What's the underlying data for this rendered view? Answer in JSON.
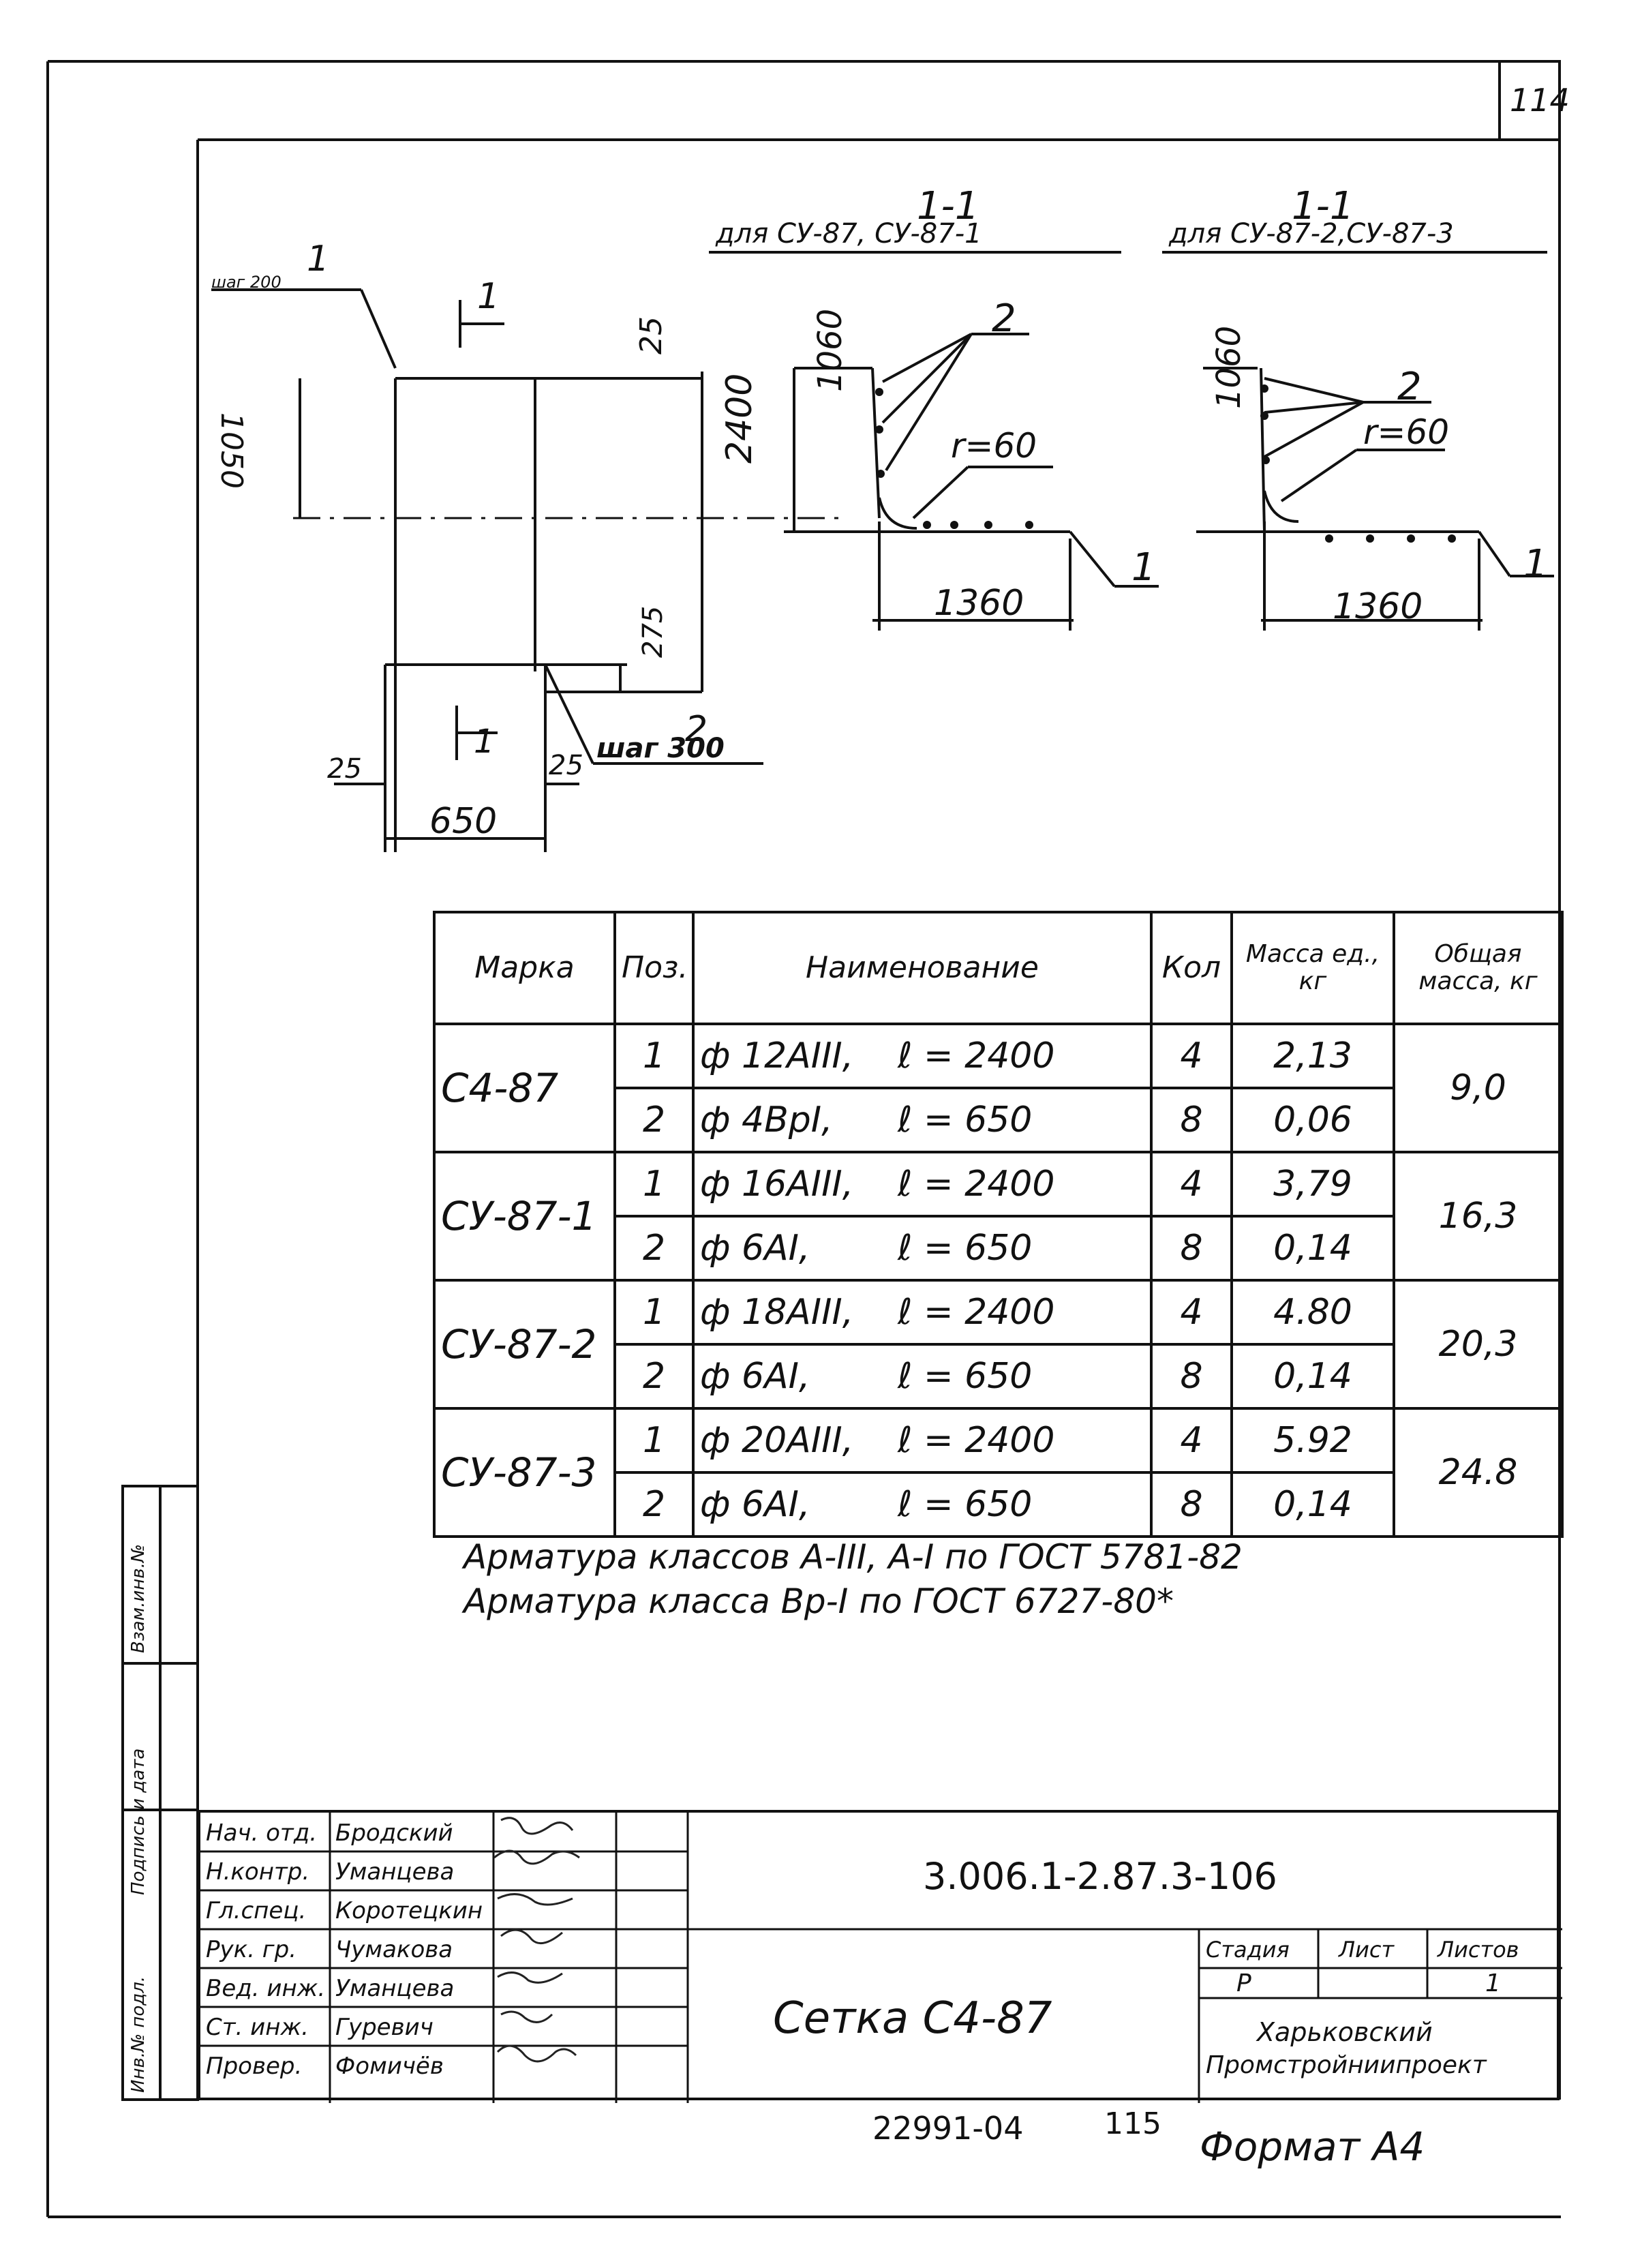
{
  "sheet_number": "114",
  "sections": {
    "left": {
      "title": "1-1",
      "subtitle": "для СУ-87, СУ-87-1"
    },
    "right": {
      "title": "1-1",
      "subtitle": "для СУ-87-2,СУ-87-3"
    }
  },
  "plan": {
    "top_leader_label": "1",
    "top_leader_note": "шаг 200",
    "section_mark_top": "1",
    "section_mark_bottom": "1",
    "dim_1050": "1050",
    "dim_2400": "2400",
    "dim_25_top": "25",
    "dim_275": "275",
    "dim_25_left": "25",
    "dim_25_right": "25",
    "dim_650": "650",
    "bottom_leader_label": "2",
    "bottom_leader_note": "шаг 300"
  },
  "section_left": {
    "dim_1060": "1060",
    "leader_2": "2",
    "radius": "r=60",
    "dim_1360": "1360",
    "leader_1": "1"
  },
  "section_right": {
    "dim_1060": "1060",
    "leader_2": "2",
    "radius": "r=60",
    "dim_1360": "1360",
    "leader_1": "1"
  },
  "table": {
    "headers": {
      "mark": "Марка",
      "pos": "Поз.",
      "name": "Наименование",
      "qty": "Кол",
      "unit_mass": "Масса ед., кг",
      "total_mass": "Общая масса, кг"
    },
    "rows": [
      {
        "mark": "С4-87",
        "items": [
          {
            "pos": "1",
            "name": "ф 12АIII,",
            "length": "ℓ = 2400",
            "qty": "4",
            "unit_mass": "2,13"
          },
          {
            "pos": "2",
            "name": "ф 4ВрI,",
            "length": "ℓ = 650",
            "qty": "8",
            "unit_mass": "0,06"
          }
        ],
        "total": "9,0"
      },
      {
        "mark": "СУ-87-1",
        "items": [
          {
            "pos": "1",
            "name": "ф 16АIII,",
            "length": "ℓ = 2400",
            "qty": "4",
            "unit_mass": "3,79"
          },
          {
            "pos": "2",
            "name": "ф 6АI,",
            "length": "ℓ = 650",
            "qty": "8",
            "unit_mass": "0,14"
          }
        ],
        "total": "16,3"
      },
      {
        "mark": "СУ-87-2",
        "items": [
          {
            "pos": "1",
            "name": "ф 18АIII,",
            "length": "ℓ = 2400",
            "qty": "4",
            "unit_mass": "4.80"
          },
          {
            "pos": "2",
            "name": "ф 6АI,",
            "length": "ℓ = 650",
            "qty": "8",
            "unit_mass": "0,14"
          }
        ],
        "total": "20,3"
      },
      {
        "mark": "СУ-87-3",
        "items": [
          {
            "pos": "1",
            "name": "ф 20АIII,",
            "length": "ℓ = 2400",
            "qty": "4",
            "unit_mass": "5.92"
          },
          {
            "pos": "2",
            "name": "ф 6АI,",
            "length": "ℓ = 650",
            "qty": "8",
            "unit_mass": "0,14"
          }
        ],
        "total": "24.8"
      }
    ]
  },
  "notes": [
    "Арматура классов А-III, А-I по ГОСТ 5781-82",
    "Арматура класса Вр-I по ГОСТ 6727-80*"
  ],
  "side_stamp": [
    "Инв.№ подл.",
    "Подпись и дата",
    "Взам.инв.№"
  ],
  "title_block": {
    "roles": [
      {
        "role": "Нач. отд.",
        "name": "Бродский"
      },
      {
        "role": "Н.контр.",
        "name": "Уманцева"
      },
      {
        "role": "Гл.спец.",
        "name": "Коротецкин"
      },
      {
        "role": "Рук. гр.",
        "name": "Чумакова"
      },
      {
        "role": "Вед. инж.",
        "name": "Уманцева"
      },
      {
        "role": "Ст. инж.",
        "name": "Гуревич"
      },
      {
        "role": "Провер.",
        "name": "Фомичёв"
      }
    ],
    "doc_code": "3.006.1-2.87.3-106",
    "drawing_title": "Сетка С4-87",
    "stage_label": "Стадия",
    "sheet_label": "Лист",
    "sheets_label": "Листов",
    "stage_value": "Р",
    "sheets_value": "1",
    "organization_line1": "Харьковский",
    "organization_line2": "Промстройниипроект"
  },
  "footer": {
    "archive_number": "22991-04",
    "page": "115",
    "format": "Формат А4"
  }
}
